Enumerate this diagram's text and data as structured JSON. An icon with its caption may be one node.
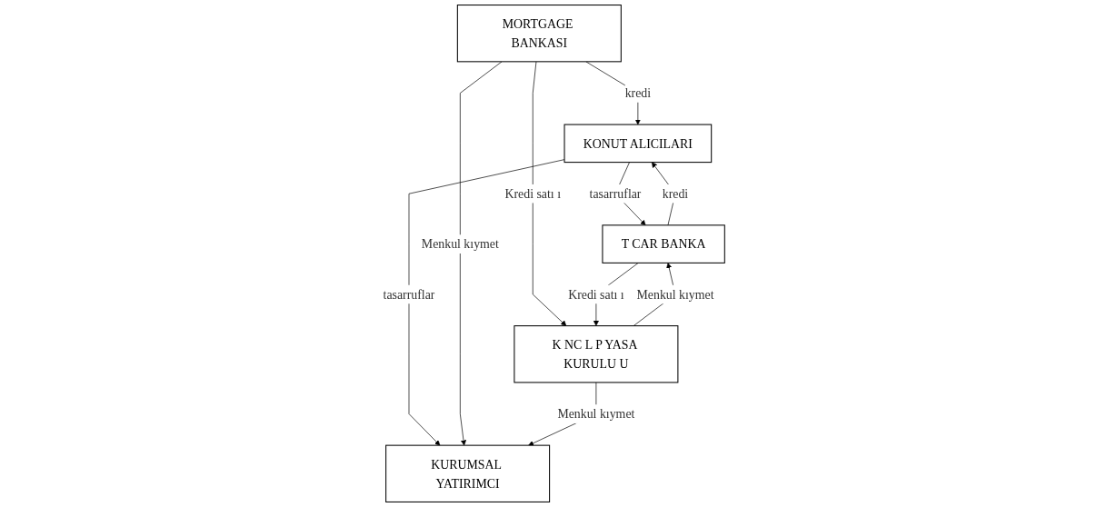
{
  "diagram": {
    "nodes": [
      {
        "text": [
          "KONUT ALICILARI"
        ]
      },
      {
        "text": [
          "T CAR BANKA"
        ]
      },
      {
        "text": [
          "MORTGAGE BANKASI"
        ]
      },
      {
        "text": [
          "KURUMSAL YATIRIMCI"
        ]
      },
      {
        "text": [
          "K NC L P YASA KURULU U"
        ]
      }
    ],
    "edges": [
      {
        "from": 0,
        "to": 1,
        "arrow": "to",
        "label": "tasarruflar"
      },
      {
        "from": 1,
        "to": 0,
        "arrow": "to",
        "label": "kredi"
      },
      {
        "from": 0,
        "to": 3,
        "arrow": "to",
        "label": "tasarruflar"
      },
      {
        "from": 2,
        "to": 0,
        "arrow": "to",
        "label": "kredi"
      },
      {
        "from": 2,
        "to": 3,
        "arrow": "to",
        "label": "Menkul kıymet"
      },
      {
        "from": 4,
        "to": 1,
        "arrow": "to",
        "label": "Menkul kıymet"
      },
      {
        "from": 2,
        "to": 4,
        "arrow": "to",
        "label": "Kredi satı ı"
      },
      {
        "from": 1,
        "to": 4,
        "arrow": "to",
        "label": "Kredi satı ı"
      },
      {
        "from": 4,
        "to": 3,
        "arrow": "to",
        "label": "Menkul kıymet"
      }
    ]
  }
}
